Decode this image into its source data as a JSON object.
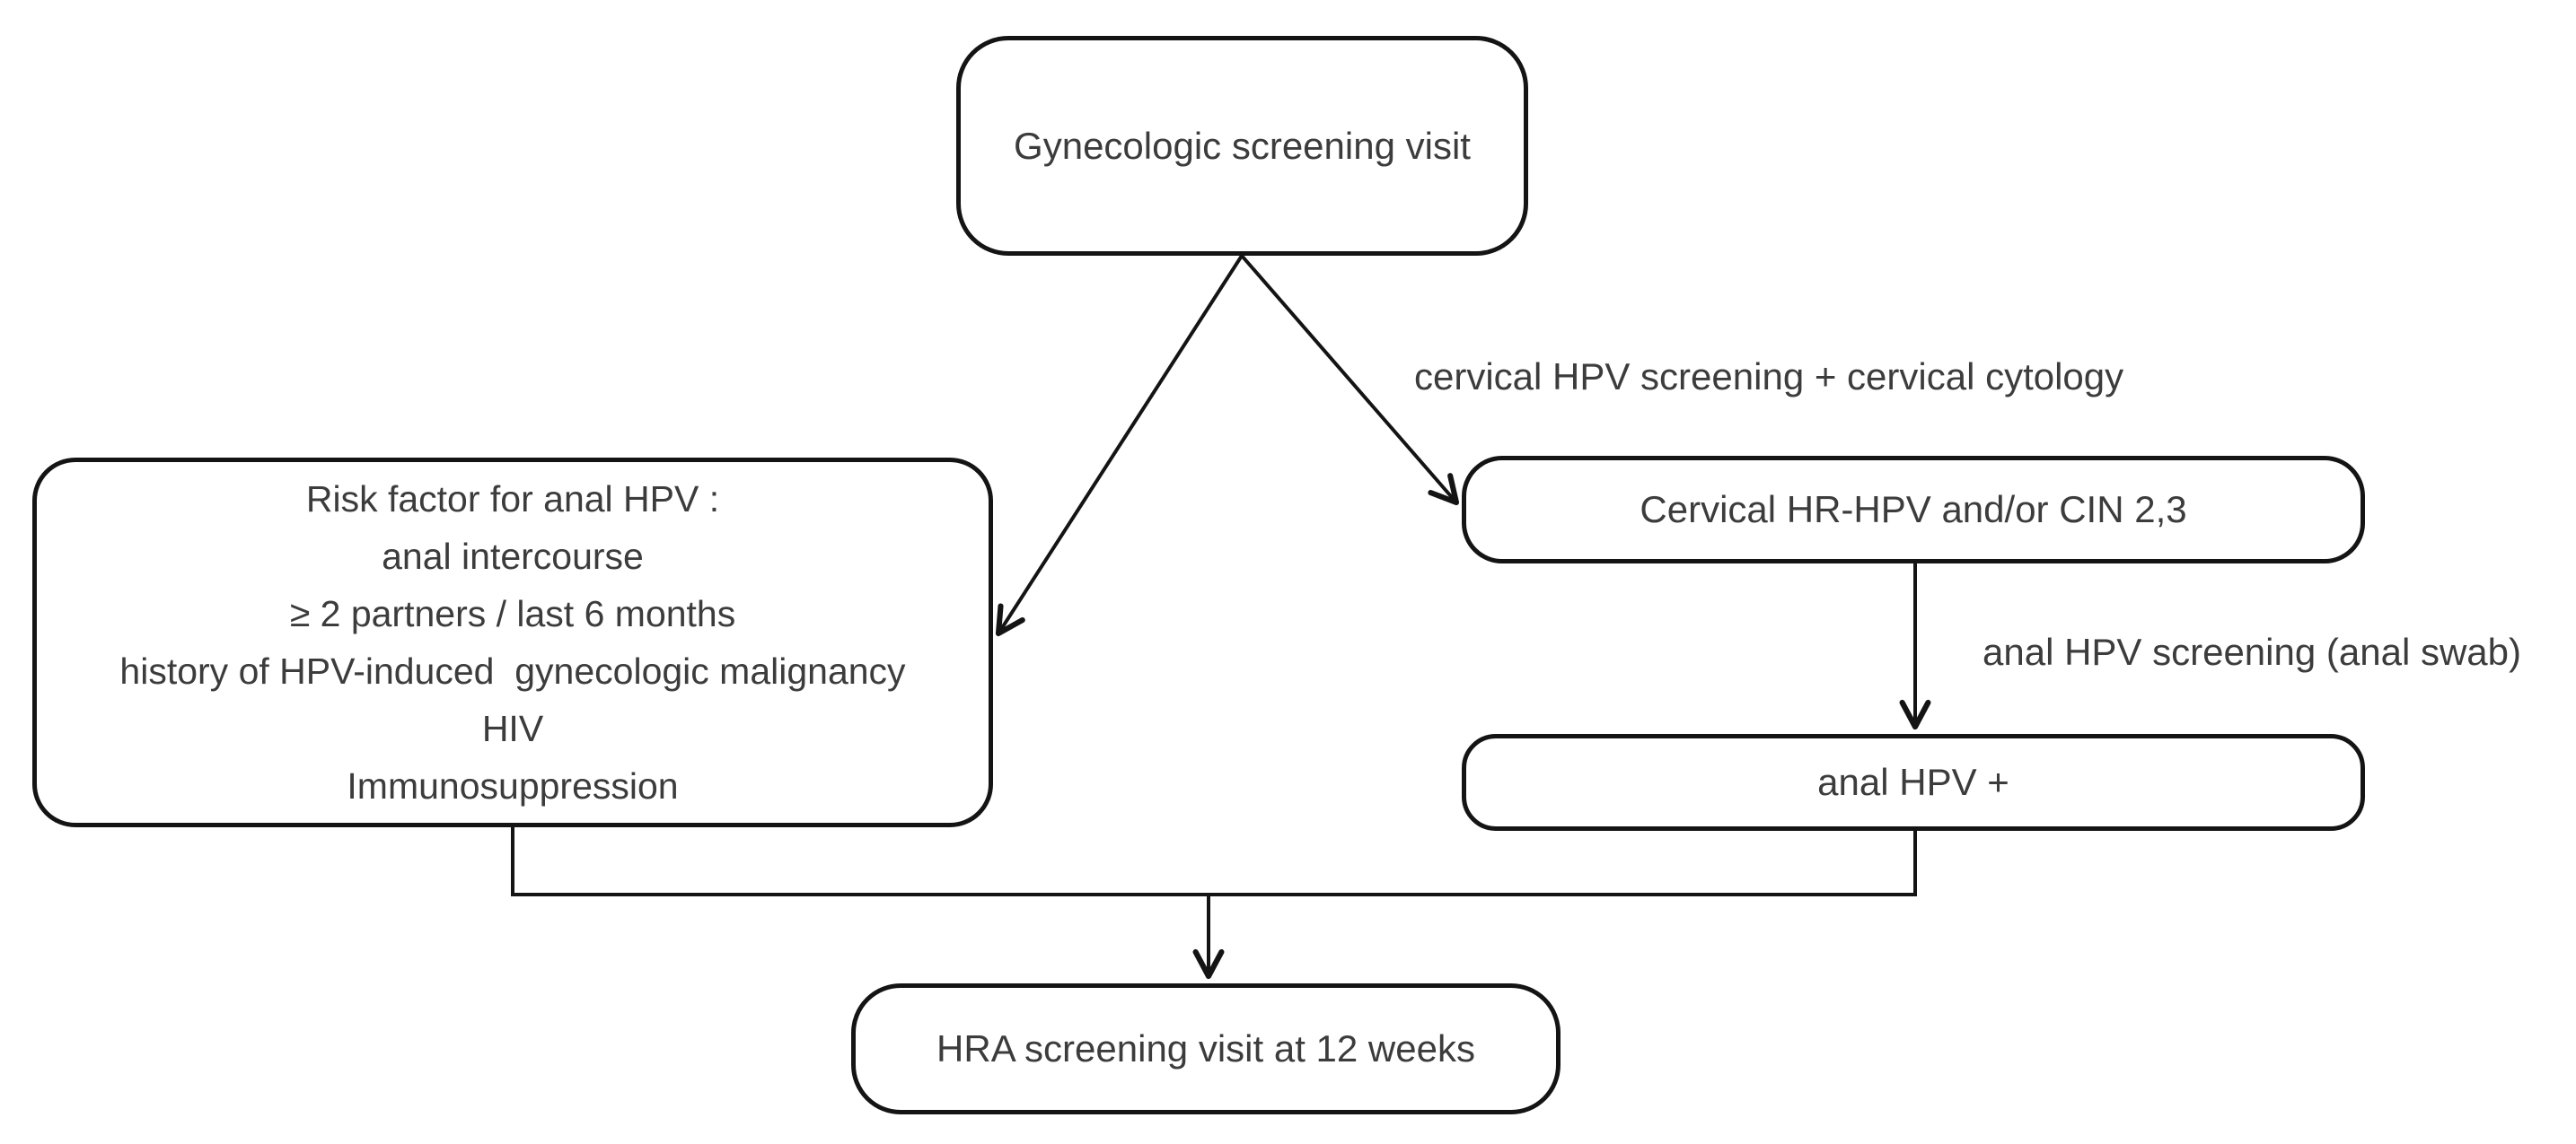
{
  "title": "Anal HPV screening flowchart",
  "colors": {
    "background": "#ffffff",
    "stroke": "#141414",
    "text": "#3c3c3c"
  },
  "nodes": {
    "gyn_visit": {
      "label": "Gynecologic screening visit"
    },
    "risk_factors": {
      "lines": [
        "Risk factor for anal HPV :",
        "anal intercourse",
        "≥ 2 partners / last 6 months",
        "history of HPV-induced  gynecologic malignancy",
        "HIV",
        "Immunosuppression"
      ]
    },
    "cervical": {
      "label": "Cervical HR-HPV and/or CIN 2,3"
    },
    "anal_hpv": {
      "label": "anal HPV +"
    },
    "hra_visit": {
      "label": "HRA screening visit at 12 weeks"
    }
  },
  "edge_labels": {
    "cervical_screening": "cervical HPV screening + cervical cytology",
    "anal_screening": "anal HPV screening (anal swab)"
  }
}
